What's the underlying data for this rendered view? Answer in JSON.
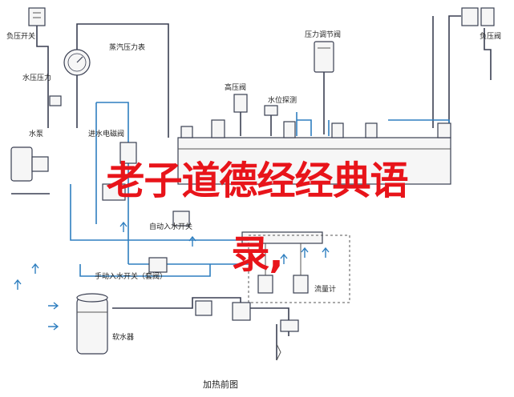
{
  "labels": {
    "pressure_switch": "负压开关",
    "steam_gauge": "蒸汽压力表",
    "water_pressure_gauge": "水压压力",
    "safety_valve": "高压阀",
    "water_probe": "水位探测",
    "pressure_regulator": "压力调节阀",
    "negative_pressure_valve": "负压阀",
    "pump": "水泵",
    "solenoid_valve": "进水电磁阀",
    "auto_switch": "自动入水开关",
    "manual_switch": "手动入水开关（套阀）",
    "flow_meter": "流量计",
    "softener": "软水器",
    "title": "加热前图"
  },
  "overlay": {
    "line1": "老子道德经经典语",
    "line2": "录,"
  },
  "colors": {
    "overlay_text": "#e8141a",
    "pipe_dark": "#3a3f52",
    "pipe_blue": "#2f7fc0"
  }
}
